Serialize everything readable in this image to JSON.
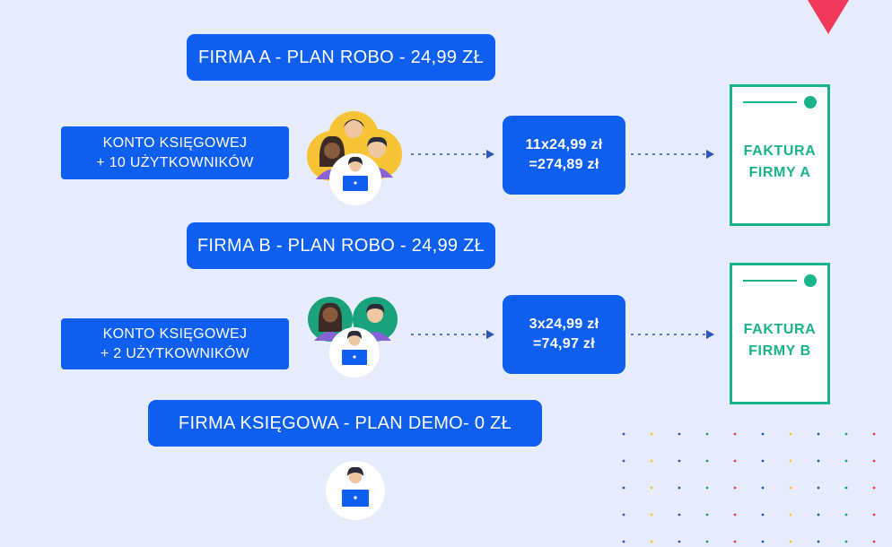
{
  "firma_a": {
    "plan": "FIRMA A  - PLAN ROBO - 24,99 ZŁ",
    "konto_line1": "KONTO KSIĘGOWEJ",
    "konto_line2": "+ 10 UŻYTKOWNIKÓW",
    "calc_line1": "11x24,99 zł",
    "calc_line2": "=274,89 zł",
    "faktura_line1": "FAKTURA",
    "faktura_line2": "FIRMY A"
  },
  "firma_b": {
    "plan": "FIRMA B  - PLAN ROBO - 24,99 ZŁ",
    "konto_line1": "KONTO KSIĘGOWEJ",
    "konto_line2": "+ 2 UŻYTKOWNIKÓW",
    "calc_line1": "3x24,99 zł",
    "calc_line2": "=74,97 zł",
    "faktura_line1": "FAKTURA",
    "faktura_line2": "FIRMY B"
  },
  "firma_ksiegowa": {
    "plan": "FIRMA KSIĘGOWA  - PLAN DEMO- 0 ZŁ"
  },
  "colors": {
    "background": "#e6ecfb",
    "primary_blue": "#0e5ff0",
    "invoice_green": "#19b38a",
    "accent_red": "#f0395a",
    "group_yellow": "#f5c333",
    "group_teal": "#1aa37a"
  },
  "icons": {
    "user_group_a": "people-group-icon",
    "user_group_b": "people-pair-icon",
    "accountant": "accountant-laptop-icon",
    "arrow": "dotted-arrow-icon",
    "invoice": "invoice-document-icon"
  }
}
